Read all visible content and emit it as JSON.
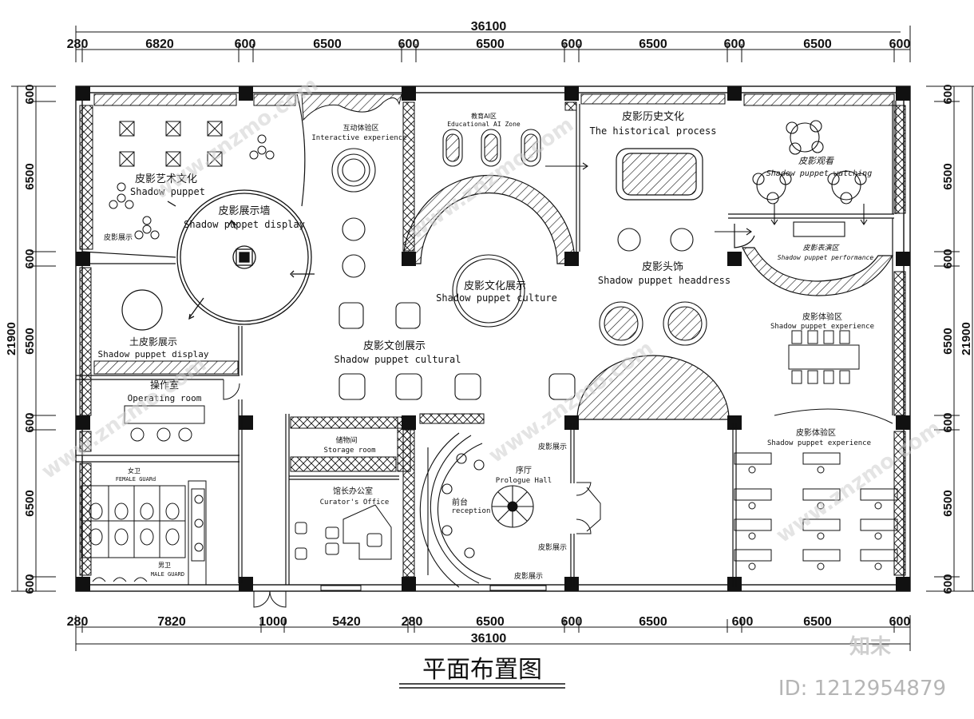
{
  "drawing_title": "平面布置图",
  "dimensions": {
    "top_total": "36100",
    "top": [
      "280",
      "6820",
      "600",
      "6500",
      "600",
      "6500",
      "600",
      "6500",
      "600",
      "6500",
      "600"
    ],
    "bottom": [
      "280",
      "7820",
      "1000",
      "5420",
      "280",
      "6500",
      "600",
      "6500",
      "600",
      "6500",
      "600"
    ],
    "bottom_total": "36100",
    "left_total": "21900",
    "left": [
      "600",
      "6500",
      "600",
      "6500",
      "600",
      "6500",
      "600"
    ],
    "right_total": "21900",
    "right": [
      "600",
      "6500",
      "600",
      "6500",
      "600",
      "6500",
      "600"
    ]
  },
  "rooms": {
    "art_culture": {
      "zh": "皮影艺术文化",
      "en": "Shadow puppet"
    },
    "display_small": {
      "zh": "皮影展示"
    },
    "display_wall": {
      "zh": "皮影展示墙",
      "en": "Shadow puppet display"
    },
    "interactive": {
      "zh": "互动体验区",
      "en": "Interactive experience"
    },
    "ai_zone": {
      "zh": "教育AI区",
      "en": "Educational AI Zone"
    },
    "history": {
      "zh": "皮影历史文化",
      "en": "The historical process"
    },
    "watching": {
      "zh": "皮影观看",
      "en": "Shadow puppet watching"
    },
    "performance": {
      "zh": "皮影表演区",
      "en": "Shadow puppet performance"
    },
    "headdress": {
      "zh": "皮影头饰",
      "en": "Shadow puppet headdress"
    },
    "culture_show": {
      "zh": "皮影文化展示",
      "en": "Shadow puppet culture"
    },
    "local_display": {
      "zh": "土皮影展示",
      "en": "Shadow puppet display"
    },
    "creative": {
      "zh": "皮影文创展示",
      "en": "Shadow puppet cultural"
    },
    "experience1": {
      "zh": "皮影体验区",
      "en": "Shadow puppet experience"
    },
    "operating": {
      "zh": "操作室",
      "en": "Operating room"
    },
    "storage": {
      "zh": "储物间",
      "en": "Storage room"
    },
    "curator": {
      "zh": "馆长办公室",
      "en": "Curator's Office"
    },
    "female": {
      "zh": "女卫",
      "en": "FEMALE GUARd"
    },
    "male": {
      "zh": "男卫",
      "en": "MALE GUARD"
    },
    "prologue": {
      "zh": "序厅",
      "en": "Prologue Hall"
    },
    "reception": {
      "zh": "前台",
      "en": "reception"
    },
    "hall_display_1": {
      "zh": "皮影展示"
    },
    "hall_display_2": {
      "zh": "皮影展示"
    },
    "hall_display_3": {
      "zh": "皮影展示"
    },
    "experience2": {
      "zh": "皮影体验区",
      "en": "Shadow puppet experience"
    }
  },
  "watermark": {
    "logo": "知末",
    "id_text": "ID: 1212954879",
    "site": "www.znzmo.com"
  },
  "colors": {
    "line": "#111111",
    "watermark": "#cccccc"
  }
}
